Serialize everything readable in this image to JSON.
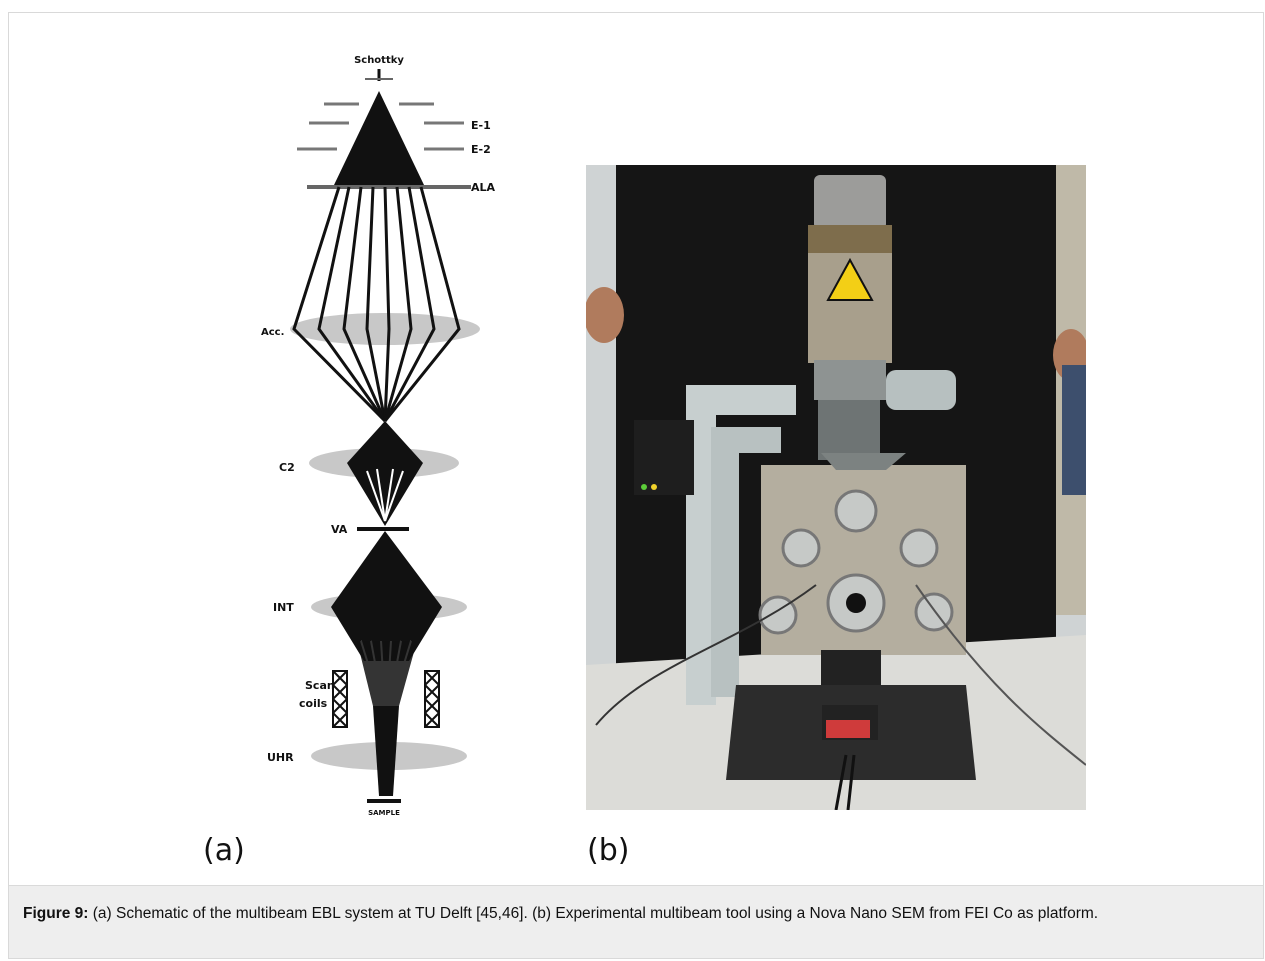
{
  "panels": {
    "a": {
      "label": "(a)",
      "labels": {
        "source": "Schottky",
        "e1": "E-1",
        "e2": "E-2",
        "ala": "ALA",
        "acc": "Acc.",
        "c2": "C2",
        "va": "VA",
        "int": "INT",
        "scan_line1": "Scan",
        "scan_line2": "coils",
        "uhr": "UHR",
        "sample": "SAMPLE"
      }
    },
    "b": {
      "label": "(b)"
    }
  },
  "caption": {
    "prefix": "Figure 9:",
    "text": " (a) Schematic of the multibeam EBL system at TU Delft [45,46]. (b) Experimental multibeam tool using a Nova Nano SEM from FEI Co as platform."
  }
}
